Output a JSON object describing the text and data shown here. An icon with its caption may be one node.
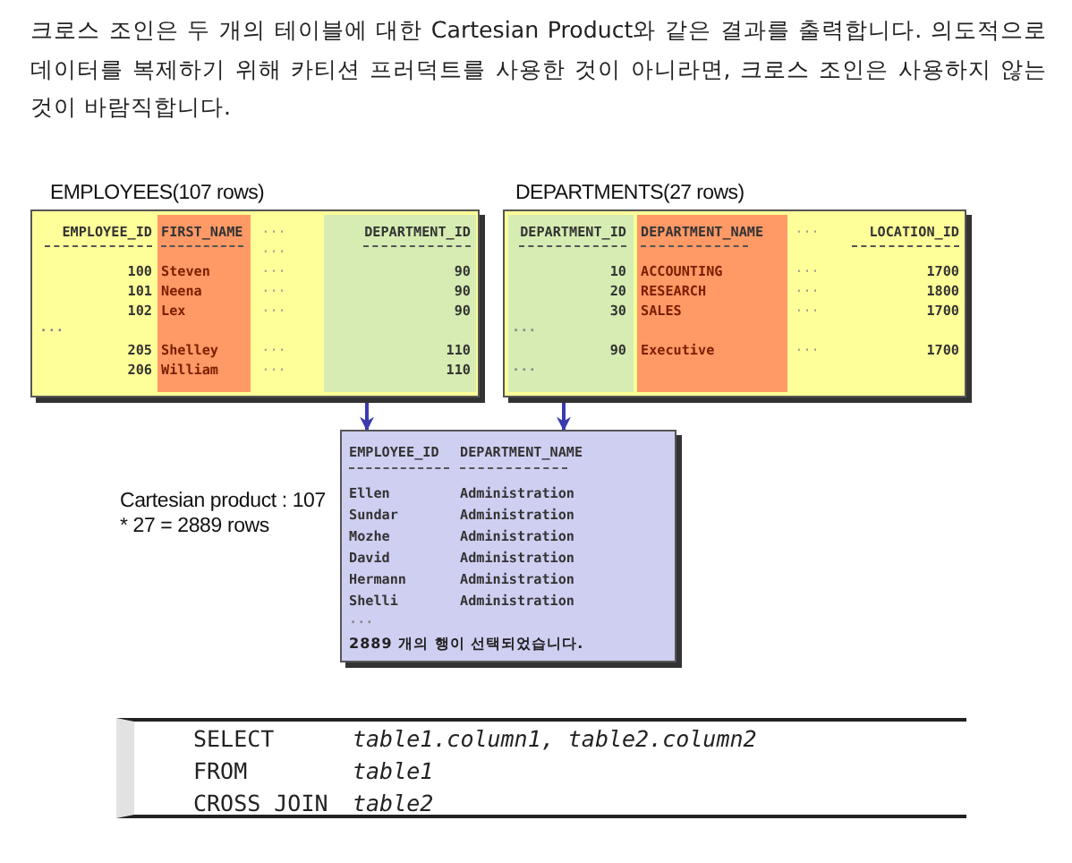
{
  "diagram": {
    "nodes": [
      {
        "text": [
          "EMPLOYEES(107 rows)",
          "EMPLOYEE_ID",
          "FIRST_NAME",
          "···",
          "DEPARTMENT_ID",
          "···",
          "100",
          "Steven",
          "···",
          "90",
          "101",
          "Neena",
          "···",
          "90",
          "102",
          "Lex",
          "···",
          "90",
          "···",
          "205",
          "Shelley",
          "···",
          "110",
          "206",
          "William",
          "···",
          "110"
        ]
      },
      {
        "text": [
          "DEPARTMENTS(27 rows)",
          "DEPARTMENT_ID",
          "DEPARTMENT_NAME",
          "···",
          "LOCATION_ID",
          "10",
          "ACCOUNTING",
          "···",
          "1700",
          "20",
          "RESEARCH",
          "···",
          "1800",
          "30",
          "SALES",
          "···",
          "1700",
          "···",
          "90",
          "Executive",
          "···",
          "1700",
          "···"
        ]
      },
      {
        "text": [
          "EMPLOYEE_ID",
          "DEPARTMENT_NAME",
          "Ellen",
          "Administration",
          "Sundar",
          "Administration",
          "Mozhe",
          "Administration",
          "David",
          "Administration",
          "Hermann",
          "Administration",
          "Shelli",
          "Administration",
          "···",
          "2889 개의 행이 선택되었습니다."
        ]
      }
    ],
    "edges": [
      {
        "from": 0,
        "to": 2,
        "arrow": "to"
      },
      {
        "from": 1,
        "to": 2,
        "arrow": "to"
      }
    ],
    "labels": [
      "크로스 조인은 두 개의 테이블에 대한 Cartesian Product와 같은 결과를 출력합니다. 의도적으로 데이터를 복제하기 위해 카티션 프러덕트를 사용한 것이 아니라면, 크로스 조인은 사용하지 않는 것이 바람직합니다.",
      "Cartesian product : 107 * 27 = 2889 rows",
      "SELECT",
      "table1.column1, table2.column2",
      "FROM",
      "table1",
      "CROSS JOIN",
      "table2"
    ]
  }
}
